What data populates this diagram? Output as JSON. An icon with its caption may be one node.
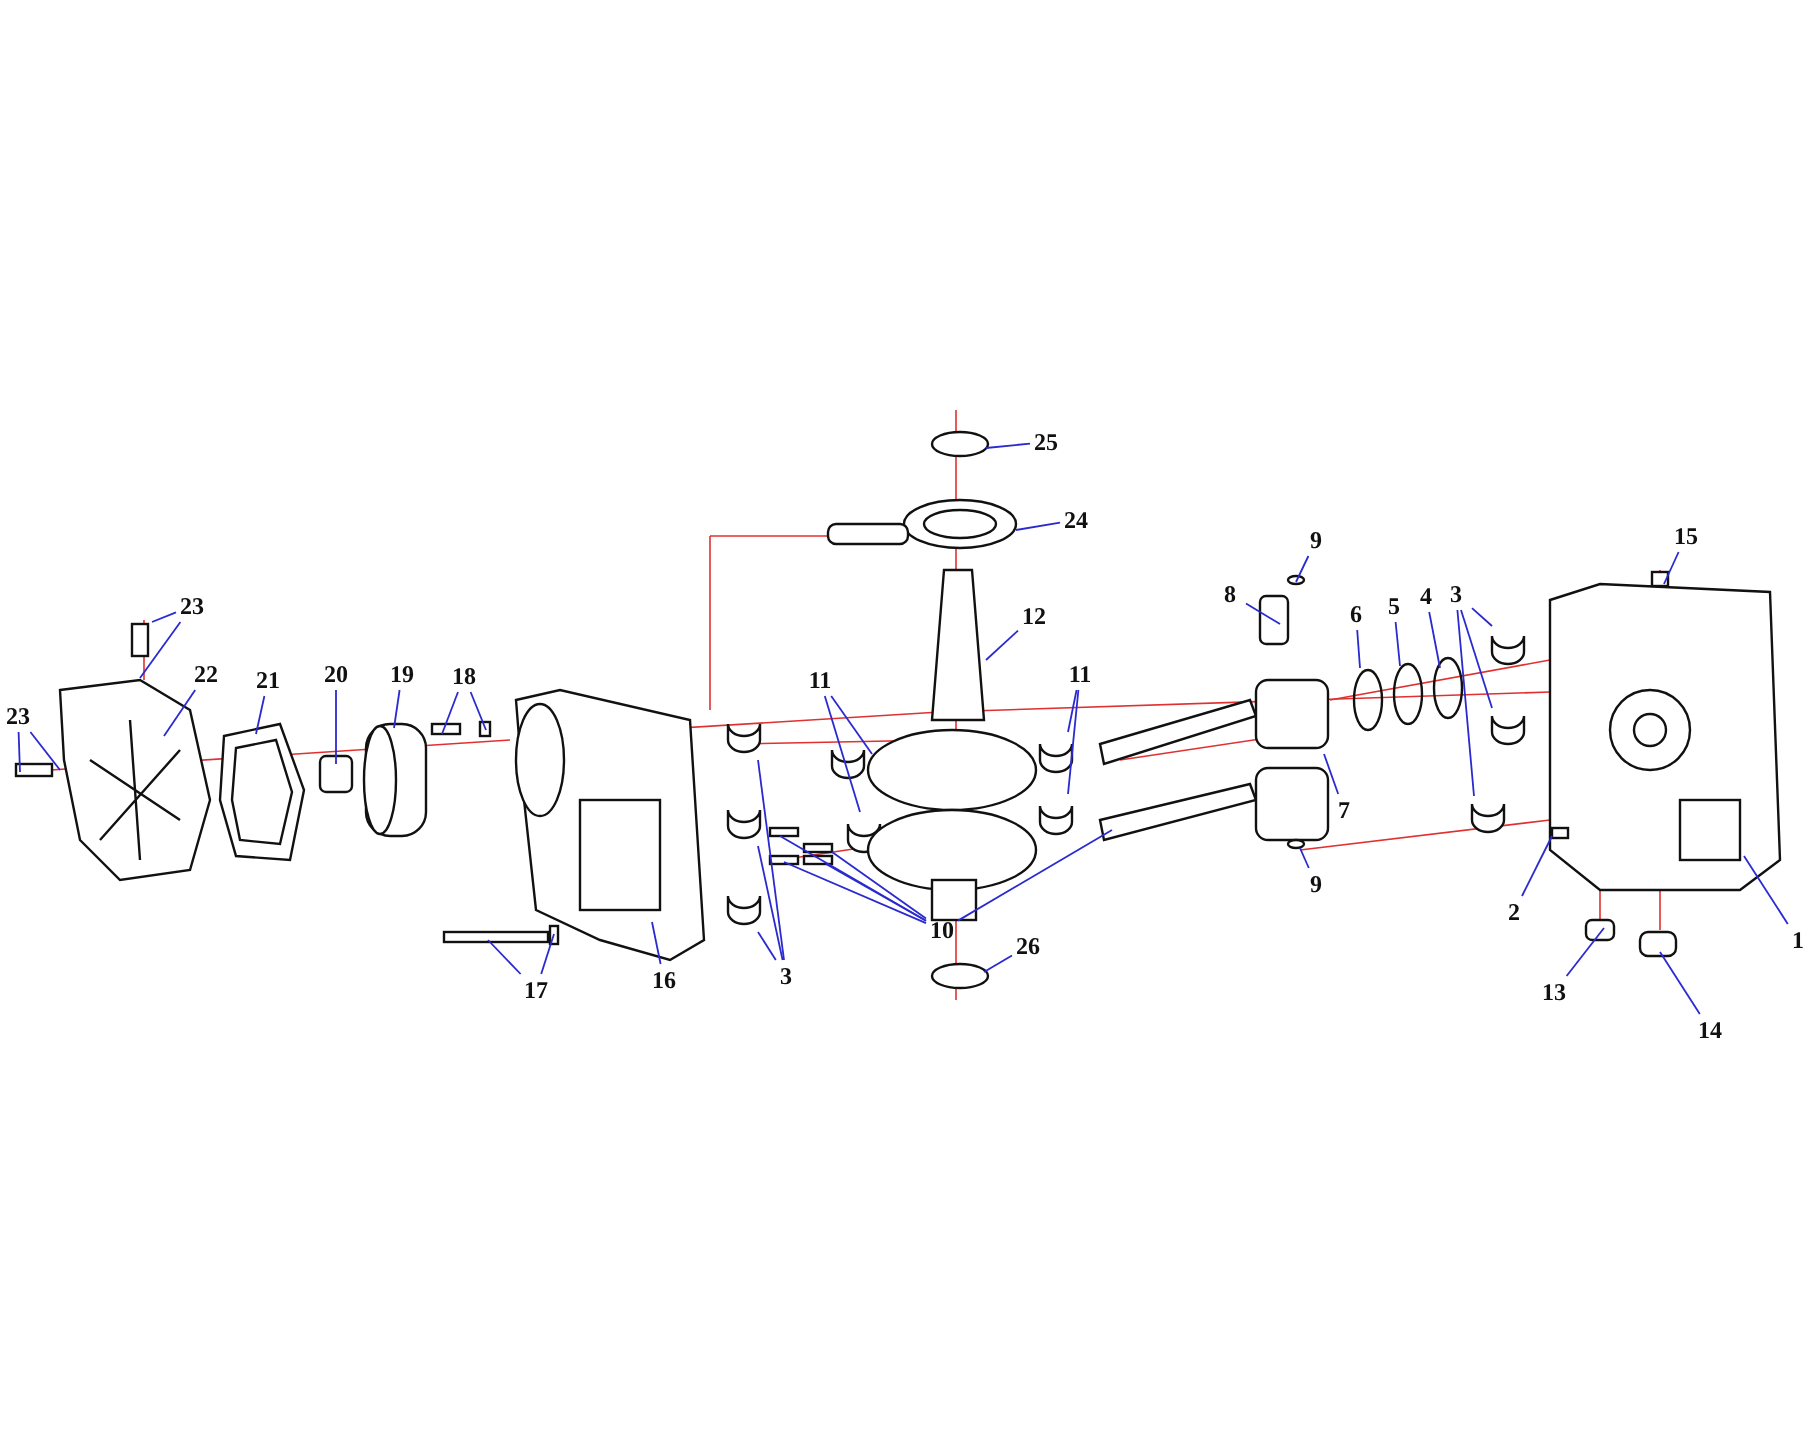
{
  "diagram": {
    "nodes": [
      {
        "text": [
          "25"
        ]
      },
      {
        "text": [
          "24"
        ]
      },
      {
        "text": [
          "12"
        ]
      },
      {
        "text": [
          "9"
        ]
      },
      {
        "text": [
          "8"
        ]
      },
      {
        "text": [
          "6"
        ]
      },
      {
        "text": [
          "5"
        ]
      },
      {
        "text": [
          "4"
        ]
      },
      {
        "text": [
          "3"
        ]
      },
      {
        "text": [
          "15"
        ]
      },
      {
        "text": [
          "23"
        ]
      },
      {
        "text": [
          "22"
        ]
      },
      {
        "text": [
          "21"
        ]
      },
      {
        "text": [
          "20"
        ]
      },
      {
        "text": [
          "19"
        ]
      },
      {
        "text": [
          "18"
        ]
      },
      {
        "text": [
          "11"
        ]
      },
      {
        "text": [
          "11"
        ]
      },
      {
        "text": [
          "7"
        ]
      },
      {
        "text": [
          "9"
        ]
      },
      {
        "text": [
          "23"
        ]
      },
      {
        "text": [
          "2"
        ]
      },
      {
        "text": [
          "1"
        ]
      },
      {
        "text": [
          "13"
        ]
      },
      {
        "text": [
          "14"
        ]
      },
      {
        "text": [
          "10"
        ]
      },
      {
        "text": [
          "26"
        ]
      },
      {
        "text": [
          "17"
        ]
      },
      {
        "text": [
          "16"
        ]
      },
      {
        "text": [
          "3"
        ]
      }
    ],
    "edges": [
      {
        "from": 0,
        "to": null,
        "arrow": "none"
      },
      {
        "from": 1,
        "to": null,
        "arrow": "none"
      },
      {
        "from": 2,
        "to": null,
        "arrow": "none"
      },
      {
        "from": 3,
        "to": null,
        "arrow": "none"
      },
      {
        "from": 4,
        "to": null,
        "arrow": "none"
      },
      {
        "from": 5,
        "to": null,
        "arrow": "none"
      },
      {
        "from": 6,
        "to": null,
        "arrow": "none"
      },
      {
        "from": 7,
        "to": null,
        "arrow": "none"
      },
      {
        "from": 8,
        "to": null,
        "arrow": "none"
      },
      {
        "from": 8,
        "to": null,
        "arrow": "none"
      },
      {
        "from": 8,
        "to": null,
        "arrow": "none"
      },
      {
        "from": 9,
        "to": null,
        "arrow": "none"
      },
      {
        "from": 10,
        "to": null,
        "arrow": "none"
      },
      {
        "from": 10,
        "to": null,
        "arrow": "none"
      },
      {
        "from": 11,
        "to": null,
        "arrow": "none"
      },
      {
        "from": 12,
        "to": null,
        "arrow": "none"
      },
      {
        "from": 13,
        "to": null,
        "arrow": "none"
      },
      {
        "from": 14,
        "to": null,
        "arrow": "none"
      },
      {
        "from": 15,
        "to": null,
        "arrow": "none"
      },
      {
        "from": 15,
        "to": null,
        "arrow": "none"
      },
      {
        "from": 16,
        "to": null,
        "arrow": "none"
      },
      {
        "from": 16,
        "to": null,
        "arrow": "none"
      },
      {
        "from": 17,
        "to": null,
        "arrow": "none"
      },
      {
        "from": 17,
        "to": null,
        "arrow": "none"
      },
      {
        "from": 18,
        "to": null,
        "arrow": "none"
      },
      {
        "from": 19,
        "to": null,
        "arrow": "none"
      },
      {
        "from": 20,
        "to": null,
        "arrow": "none"
      },
      {
        "from": 20,
        "to": null,
        "arrow": "none"
      },
      {
        "from": 21,
        "to": null,
        "arrow": "none"
      },
      {
        "from": 22,
        "to": null,
        "arrow": "none"
      },
      {
        "from": 23,
        "to": null,
        "arrow": "none"
      },
      {
        "from": 24,
        "to": null,
        "arrow": "none"
      },
      {
        "from": 25,
        "to": null,
        "arrow": "none"
      },
      {
        "from": 25,
        "to": null,
        "arrow": "none"
      },
      {
        "from": 25,
        "to": null,
        "arrow": "none"
      },
      {
        "from": 25,
        "to": null,
        "arrow": "none"
      },
      {
        "from": 25,
        "to": null,
        "arrow": "none"
      },
      {
        "from": 26,
        "to": null,
        "arrow": "none"
      },
      {
        "from": 27,
        "to": null,
        "arrow": "none"
      },
      {
        "from": 27,
        "to": null,
        "arrow": "none"
      },
      {
        "from": 28,
        "to": null,
        "arrow": "none"
      },
      {
        "from": 29,
        "to": null,
        "arrow": "none"
      },
      {
        "from": 29,
        "to": null,
        "arrow": "none"
      },
      {
        "from": 29,
        "to": null,
        "arrow": "none"
      }
    ]
  }
}
